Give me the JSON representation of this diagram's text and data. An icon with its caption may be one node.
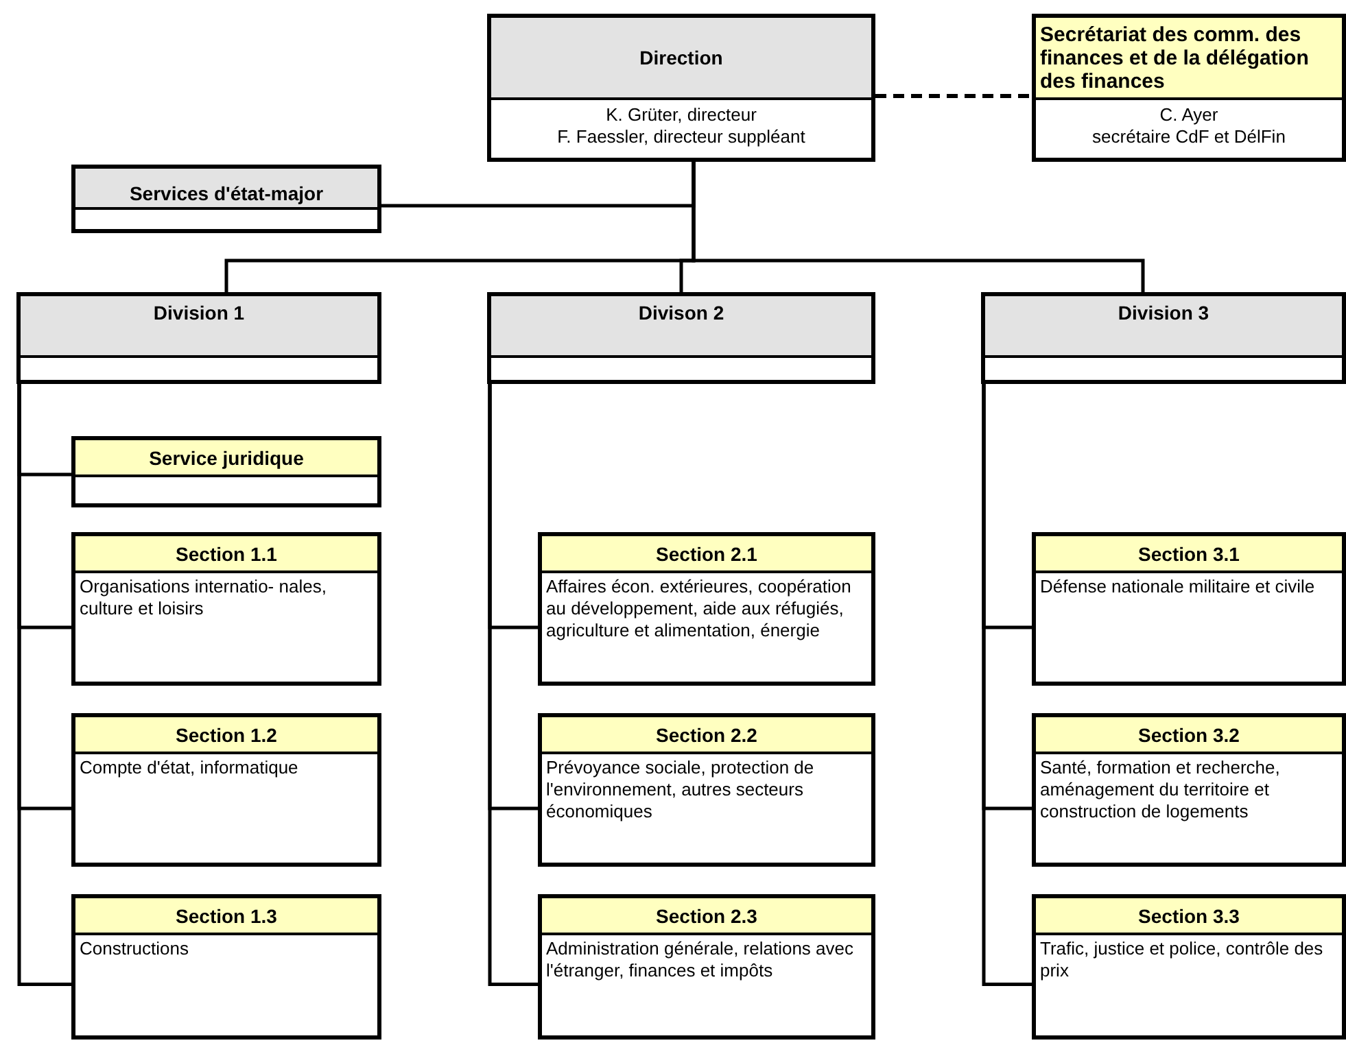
{
  "diagram": {
    "nodes": [
      {
        "text": [
          "Direction",
          "K. Grüter, directeur",
          "F. Faessler, directeur suppléant"
        ]
      },
      {
        "text": [
          "Secrétariat des comm. des finances et de la délégation des finances",
          "C. Ayer",
          "secrétaire CdF et DélFin"
        ]
      },
      {
        "text": [
          "Services d'état-major"
        ]
      },
      {
        "text": [
          "Division 1"
        ]
      },
      {
        "text": [
          "Divison 2"
        ]
      },
      {
        "text": [
          "Division 3"
        ]
      },
      {
        "text": [
          "Service juridique"
        ]
      },
      {
        "text": [
          "Section 1.1",
          "Organisations internatio- nales, culture et loisirs"
        ]
      },
      {
        "text": [
          "Section 1.2",
          "Compte d'état, informatique"
        ]
      },
      {
        "text": [
          "Section 1.3",
          "Constructions"
        ]
      },
      {
        "text": [
          "Section 2.1",
          "Affaires écon. extérieures, coopération au développement, aide aux réfugiés, agriculture et alimentation, énergie"
        ]
      },
      {
        "text": [
          "Section 2.2",
          "Prévoyance sociale, protection de l'environnement, autres secteurs économiques"
        ]
      },
      {
        "text": [
          "Section 2.3",
          "Administration générale, relations avec l'étranger, finances et impôts"
        ]
      },
      {
        "text": [
          "Section 3.1",
          "Défense nationale militaire et civile"
        ]
      },
      {
        "text": [
          "Section 3.2",
          "Santé, formation et recherche, aménagement du territoire et construction de logements"
        ]
      },
      {
        "text": [
          "Section 3.3",
          "Trafic, justice et police, contrôle des prix"
        ]
      }
    ],
    "edges": [
      {
        "from": 0,
        "to": 1,
        "arrow": "none",
        "style": "dashed"
      },
      {
        "from": 0,
        "to": 2,
        "arrow": "none"
      },
      {
        "from": 0,
        "to": 3,
        "arrow": "none"
      },
      {
        "from": 0,
        "to": 4,
        "arrow": "none"
      },
      {
        "from": 0,
        "to": 5,
        "arrow": "none"
      },
      {
        "from": 3,
        "to": 6,
        "arrow": "none"
      },
      {
        "from": 3,
        "to": 7,
        "arrow": "none"
      },
      {
        "from": 3,
        "to": 8,
        "arrow": "none"
      },
      {
        "from": 3,
        "to": 9,
        "arrow": "none"
      },
      {
        "from": 4,
        "to": 10,
        "arrow": "none"
      },
      {
        "from": 4,
        "to": 11,
        "arrow": "none"
      },
      {
        "from": 4,
        "to": 12,
        "arrow": "none"
      },
      {
        "from": 5,
        "to": 13,
        "arrow": "none"
      },
      {
        "from": 5,
        "to": 14,
        "arrow": "none"
      },
      {
        "from": 5,
        "to": 15,
        "arrow": "none"
      }
    ]
  }
}
